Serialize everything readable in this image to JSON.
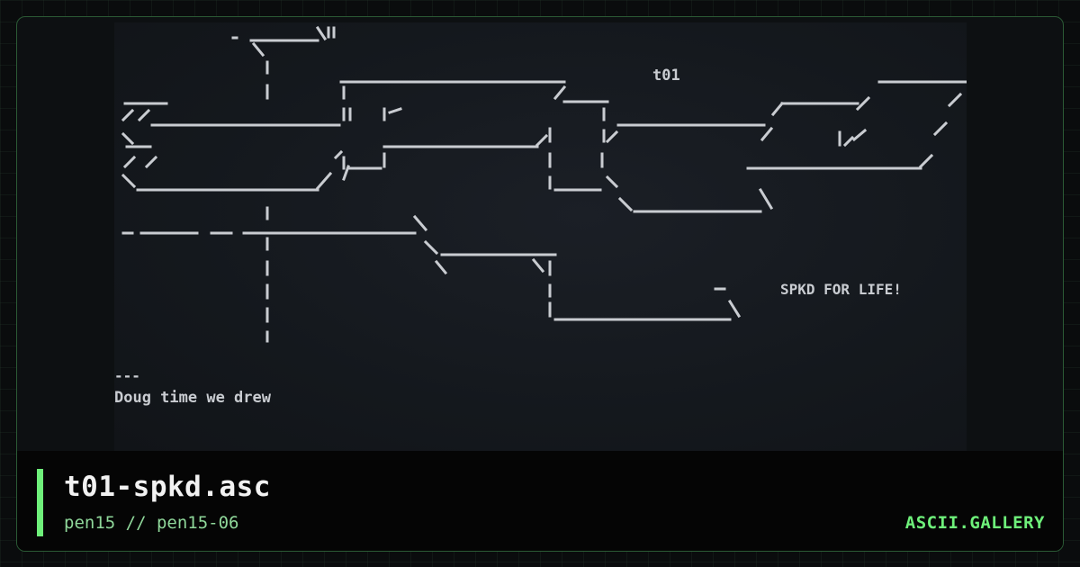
{
  "artwork": {
    "label_t01": "t01",
    "label_tag": "SPKD FOR LIFE!",
    "label_caption_rule": "---",
    "label_caption": "Doug time we drew"
  },
  "footer": {
    "filename": "t01-spkd.asc",
    "path": "pen15 // pen15-06",
    "site": "ASCII.GALLERY"
  },
  "colors": {
    "accent": "#6ef07a",
    "path_text": "#8fd79a",
    "art_line": "#c9ccd1"
  }
}
